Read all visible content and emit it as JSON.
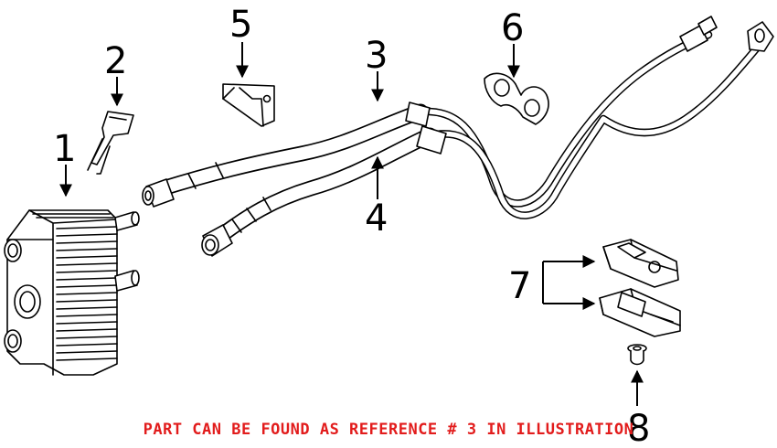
{
  "callouts": [
    {
      "id": "1",
      "label": "1"
    },
    {
      "id": "2",
      "label": "2"
    },
    {
      "id": "3",
      "label": "3"
    },
    {
      "id": "4",
      "label": "4"
    },
    {
      "id": "5",
      "label": "5"
    },
    {
      "id": "6",
      "label": "6"
    },
    {
      "id": "7",
      "label": "7"
    },
    {
      "id": "8",
      "label": "8"
    }
  ],
  "caption": "PART CAN BE FOUND AS REFERENCE # 3 IN ILLUSTRATION",
  "colors": {
    "caption": "#e21c1c",
    "line": "#000000",
    "background": "#ffffff"
  }
}
